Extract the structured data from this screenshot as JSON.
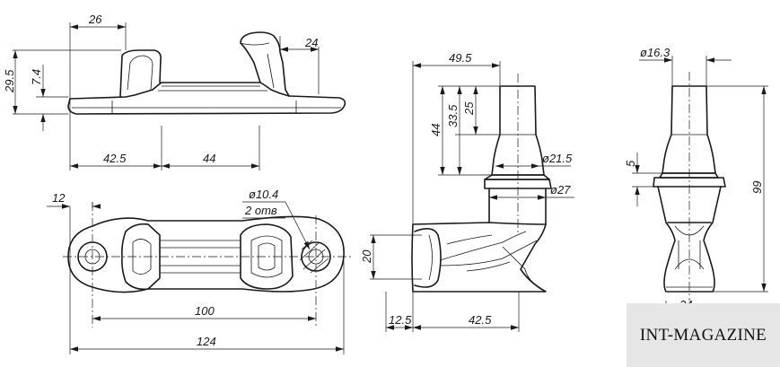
{
  "views": {
    "front": {
      "dims": {
        "top_width": "26",
        "total_height": "29.5",
        "base_thickness": "7.4",
        "right_offset": "24",
        "left_length": "42.5",
        "mid_length": "44"
      }
    },
    "plan": {
      "dims": {
        "edge_offset": "12",
        "hole_label": "ø10.4",
        "hole_count": "2 отв",
        "hole_spacing": "100",
        "total_length": "124"
      }
    },
    "side": {
      "dims": {
        "width": "49.5",
        "height_44": "44",
        "height_33_5": "33.5",
        "height_25": "25",
        "dia_21_5": "ø21.5",
        "dia_27": "ø27",
        "height_20": "20",
        "base_12_5": "12.5",
        "base_42_5": "42.5"
      }
    },
    "end": {
      "dims": {
        "dia_16_3": "ø16.3",
        "thickness_5": "5",
        "height_99": "99",
        "bottom_partial": "24"
      }
    }
  },
  "watermark": "INT-MAGAZINE"
}
